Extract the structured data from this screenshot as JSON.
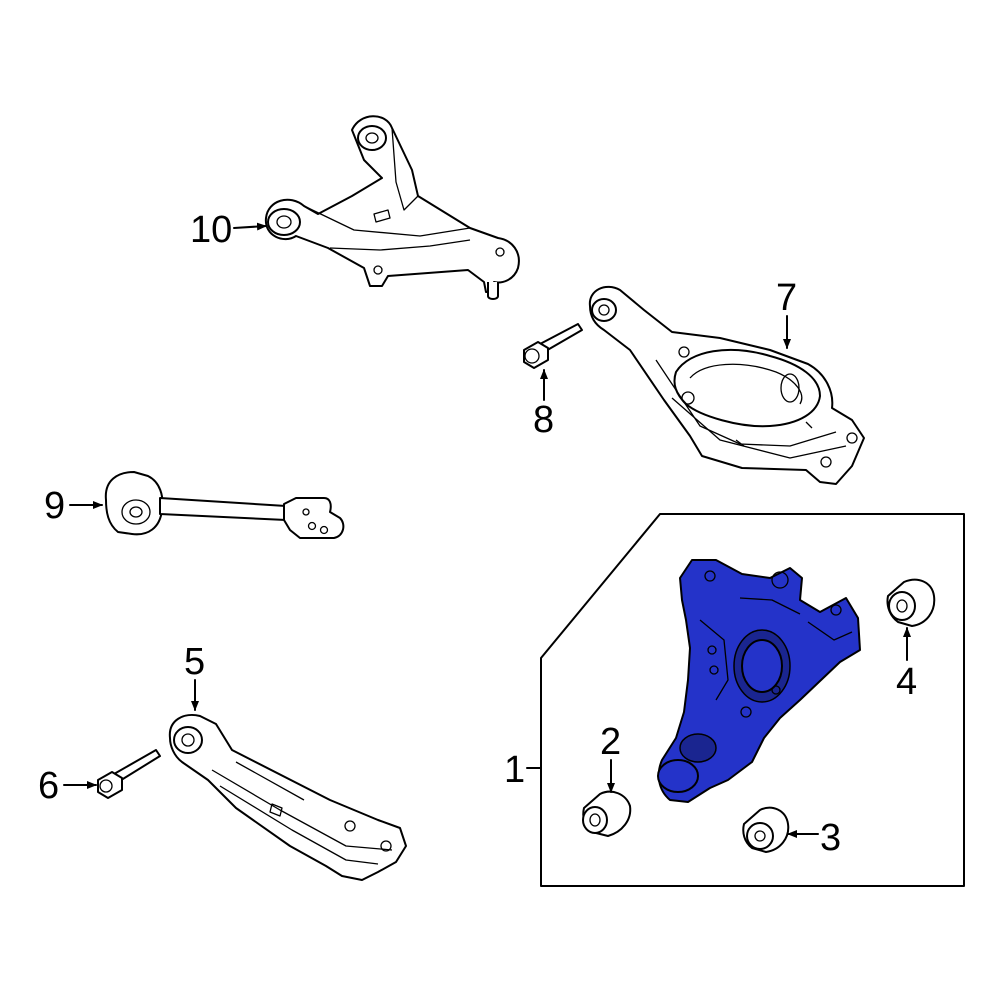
{
  "diagram": {
    "highlight_color": "#2433c9",
    "callouts": [
      {
        "id": "1",
        "label": "1"
      },
      {
        "id": "2",
        "label": "2"
      },
      {
        "id": "3",
        "label": "3"
      },
      {
        "id": "4",
        "label": "4"
      },
      {
        "id": "5",
        "label": "5"
      },
      {
        "id": "6",
        "label": "6"
      },
      {
        "id": "7",
        "label": "7"
      },
      {
        "id": "8",
        "label": "8"
      },
      {
        "id": "9",
        "label": "9"
      },
      {
        "id": "10",
        "label": "10"
      }
    ]
  }
}
